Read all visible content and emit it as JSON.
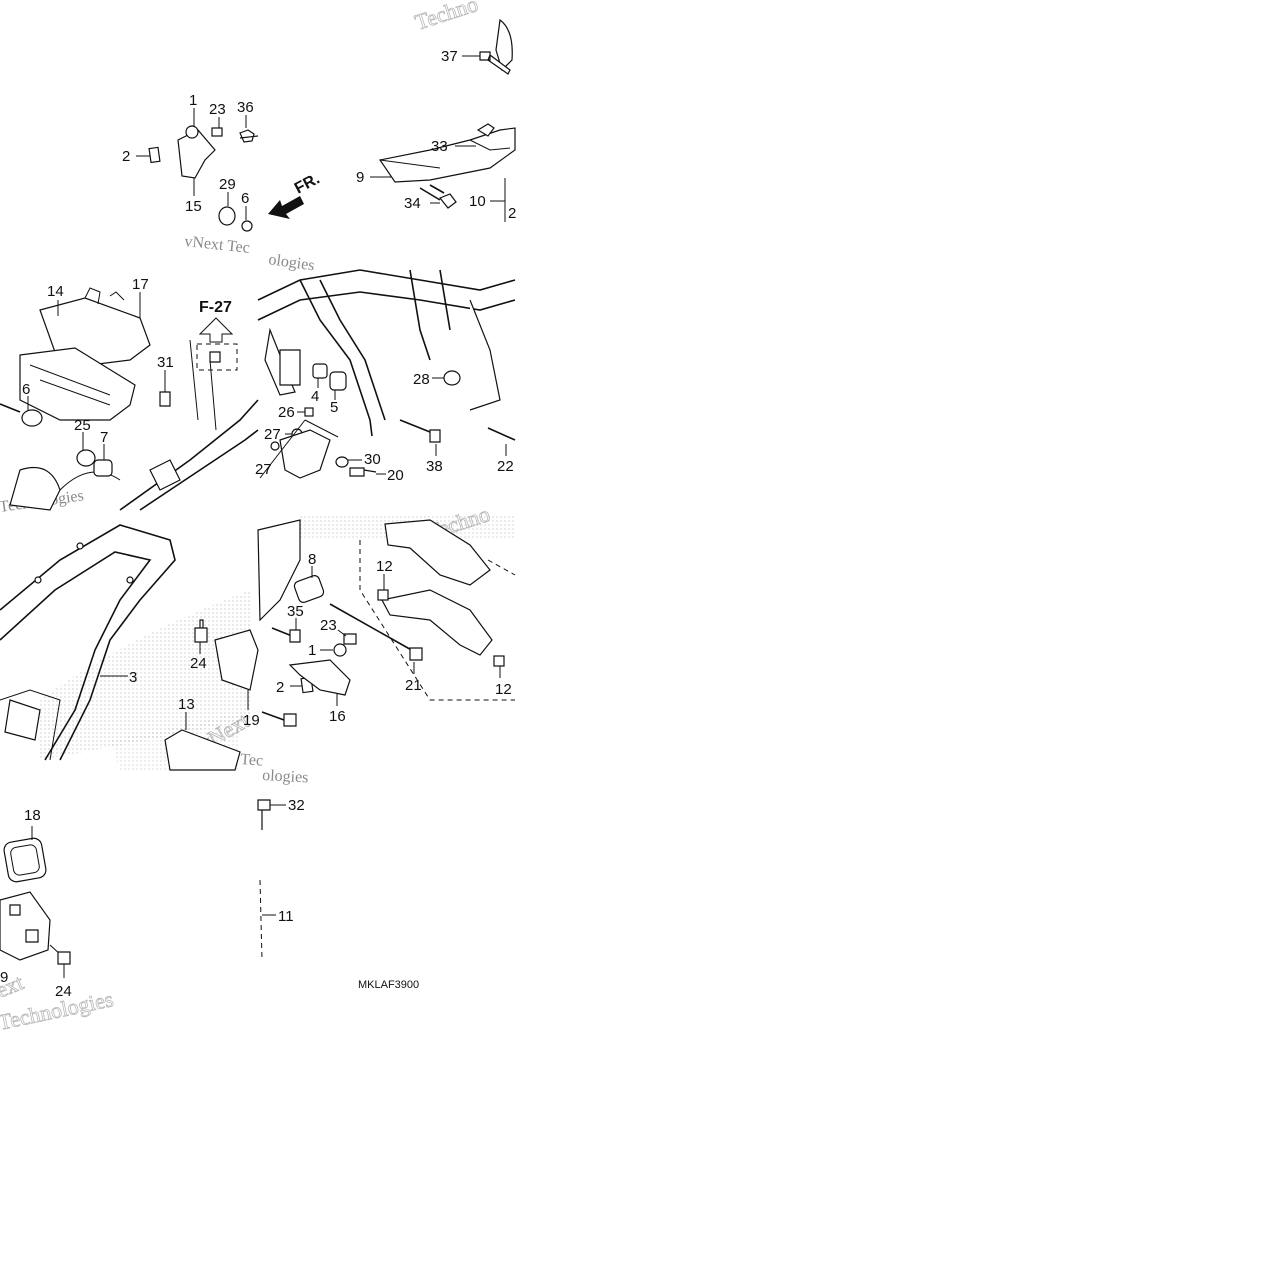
{
  "diagram": {
    "drawing_code": "MKLAF3900",
    "direction_label": "FR.",
    "reference_label": "F-27",
    "watermark_fragments": [
      "Techno",
      "vNext Tec",
      "ologies",
      "vNext",
      "Technologies",
      "Tec",
      "Techno",
      "ologies",
      "ext",
      "Technologies"
    ],
    "callouts": [
      "1",
      "2",
      "3",
      "4",
      "5",
      "6",
      "7",
      "8",
      "9",
      "10",
      "11",
      "12",
      "13",
      "14",
      "15",
      "16",
      "17",
      "18",
      "19",
      "20",
      "21",
      "22",
      "23",
      "24",
      "25",
      "26",
      "27",
      "28",
      "29",
      "30",
      "31",
      "32",
      "33",
      "34",
      "35",
      "36",
      "37",
      "38"
    ],
    "callout_labels": [
      "37",
      "1",
      "23",
      "36",
      "2",
      "15",
      "29",
      "6",
      "33",
      "9",
      "34",
      "10",
      "2",
      "14",
      "17",
      "31",
      "6",
      "25",
      "7",
      "4",
      "5",
      "28",
      "26",
      "27",
      "30",
      "20",
      "38",
      "22",
      "27",
      "8",
      "12",
      "35",
      "23",
      "1",
      "21",
      "12",
      "2",
      "16",
      "3",
      "24",
      "13",
      "19",
      "32",
      "11",
      "18",
      "24",
      "9"
    ]
  }
}
